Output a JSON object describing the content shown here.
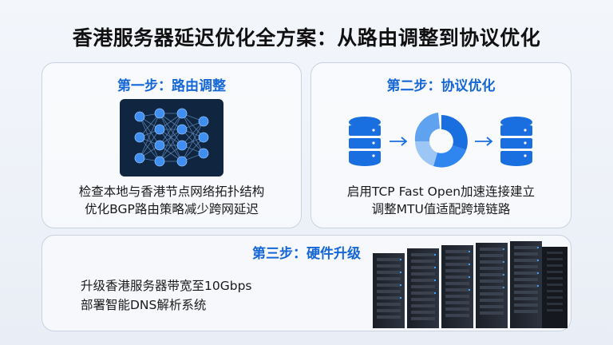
{
  "page": {
    "title": "香港服务器延迟优化全方案：从路由调整到协议优化"
  },
  "step1": {
    "title": "第一步：路由调整",
    "lines": [
      "检查本地与香港节点网络拓扑结构",
      "优化BGP路由策略减少跨网延迟"
    ]
  },
  "step2": {
    "title": "第二步：协议优化",
    "lines": [
      "启用TCP Fast Open加速连接建立",
      "调整MTU值适配跨境链路"
    ]
  },
  "step3": {
    "title": "第三步：硬件升级",
    "lines": [
      "升级香港服务器带宽至10Gbps",
      "部署智能DNS解析系统"
    ]
  },
  "colors": {
    "accent": "#1566d6",
    "node": "#3f8ef0",
    "panel": "#0f2540"
  },
  "icons": [
    "neural-network-icon",
    "database-icon",
    "arrow-right-icon",
    "pie-chart-icon",
    "server-rack-icon"
  ]
}
